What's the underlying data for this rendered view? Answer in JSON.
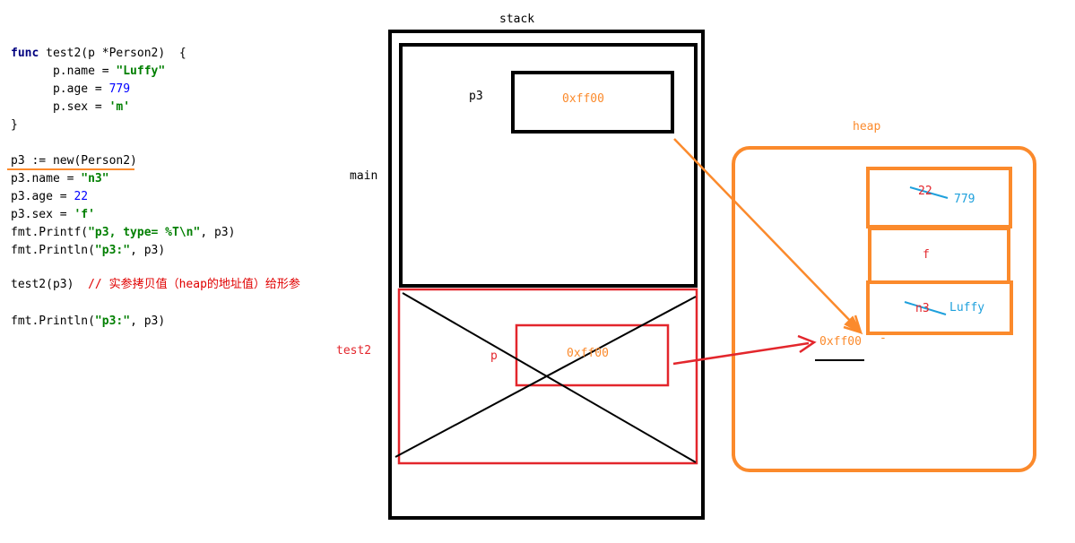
{
  "code": {
    "func_kw": "func",
    "func_sig": " test2(p *Person2)  {",
    "body": [
      {
        "lhs": "      p.name = ",
        "val": "\"Luffy\"",
        "kind": "str"
      },
      {
        "lhs": "      p.age = ",
        "val": "779",
        "kind": "num"
      },
      {
        "lhs": "      p.sex = ",
        "val": "'m'",
        "kind": "str"
      }
    ],
    "close": "}",
    "new_stmt": "p3 := new(Person2)",
    "p3_name_lhs": "p3.name = ",
    "p3_name_val": "\"n3\"",
    "p3_age_lhs": "p3.age = ",
    "p3_age_val": "22",
    "p3_sex_lhs": "p3.sex = ",
    "p3_sex_val": "'f'",
    "printf_pre": "fmt.Printf(",
    "printf_str": "\"p3, type= %T\\n\"",
    "printf_post": ", p3)",
    "println1_pre": "fmt.Println(",
    "println1_str": "\"p3:\"",
    "println1_post": ", p3)",
    "call": "test2(p3) ",
    "call_comment": " // 实参拷贝值（heap的地址值）给形参",
    "println2_pre": "fmt.Println(",
    "println2_str": "\"p3:\"",
    "println2_post": ", p3)"
  },
  "diagram": {
    "stack_label": "stack",
    "main_label": "main",
    "test2_label": "test2",
    "p3_label": "p3",
    "p3_value": "0xff00",
    "p_label": "p",
    "p_value": "0xff00",
    "heap_label": "heap",
    "heap_addr": "0xff00",
    "heap_dash": "-",
    "age_old": "22",
    "age_new": "779",
    "sex_val": "f",
    "name_old": "n3",
    "name_new": "Luffy"
  },
  "colors": {
    "orange": "#fb8a2c",
    "red": "#e3262c",
    "blue": "#1ea0dc",
    "green": "#007f00",
    "navy": "#00007f"
  }
}
